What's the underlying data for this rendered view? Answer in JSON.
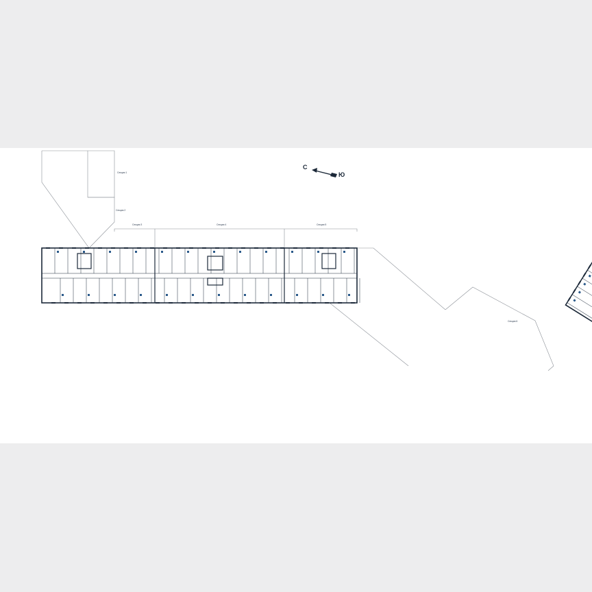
{
  "compass": {
    "north_label": "С",
    "south_label": "Ю"
  },
  "sections": [
    {
      "label": "Секция 1"
    },
    {
      "label": "Секция 2"
    },
    {
      "label": "Секция 3"
    },
    {
      "label": "Секция 4"
    },
    {
      "label": "Секция 5"
    },
    {
      "label": "Секция 6"
    }
  ],
  "colors": {
    "wall": "#1b2838",
    "accent": "#2b5a8a",
    "outline": "#8a8f96",
    "background": "#ededee",
    "sheet": "#ffffff"
  }
}
